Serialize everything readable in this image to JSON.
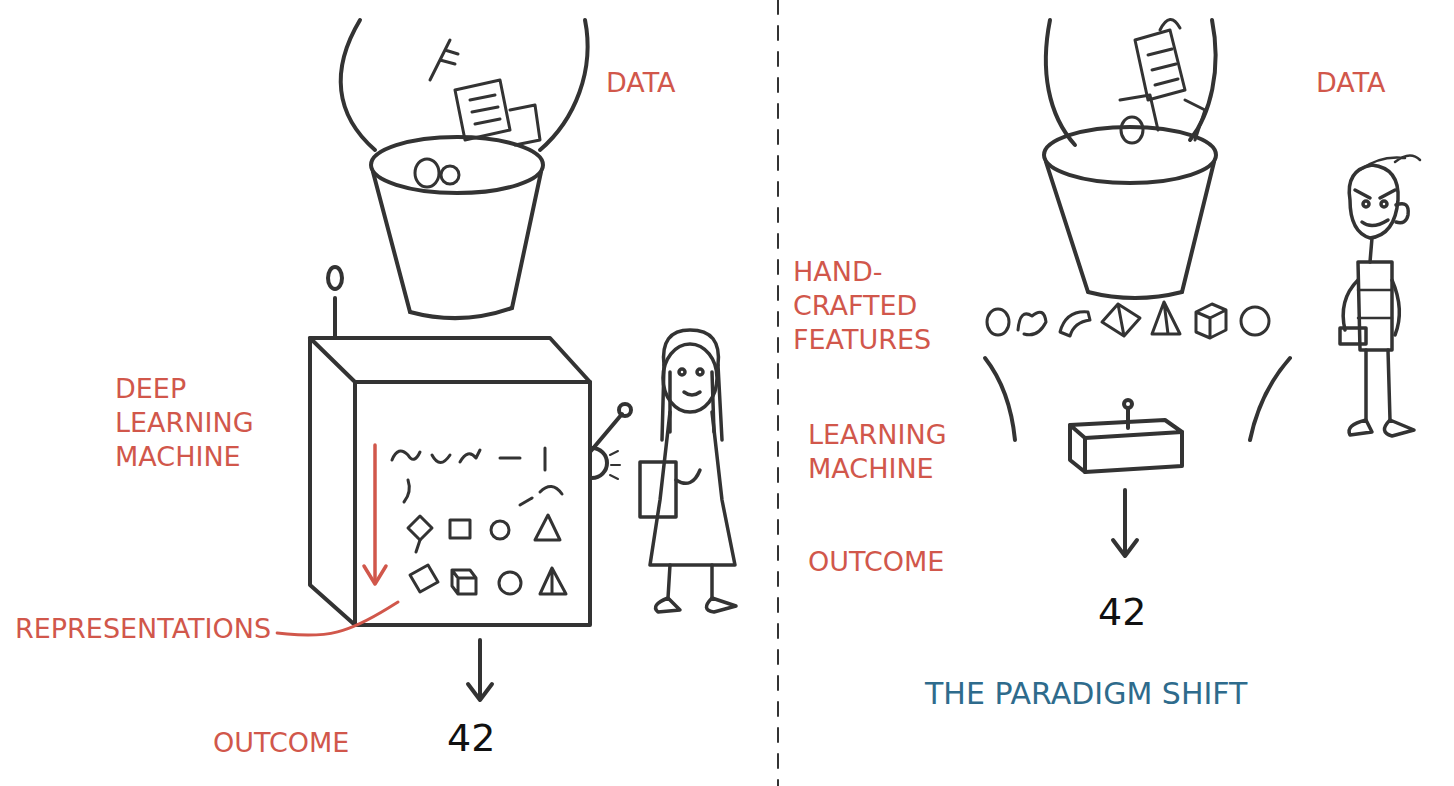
{
  "diagram": {
    "title": "THE PARADIGM SHIFT",
    "labels": [
      "DATA",
      "DEEP LEARNING MACHINE",
      "REPRESENTATIONS",
      "OUTCOME",
      "42",
      "DATA",
      "HAND-CRAFTED FEATURES",
      "LEARNING MACHINE",
      "OUTCOME",
      "42"
    ]
  }
}
